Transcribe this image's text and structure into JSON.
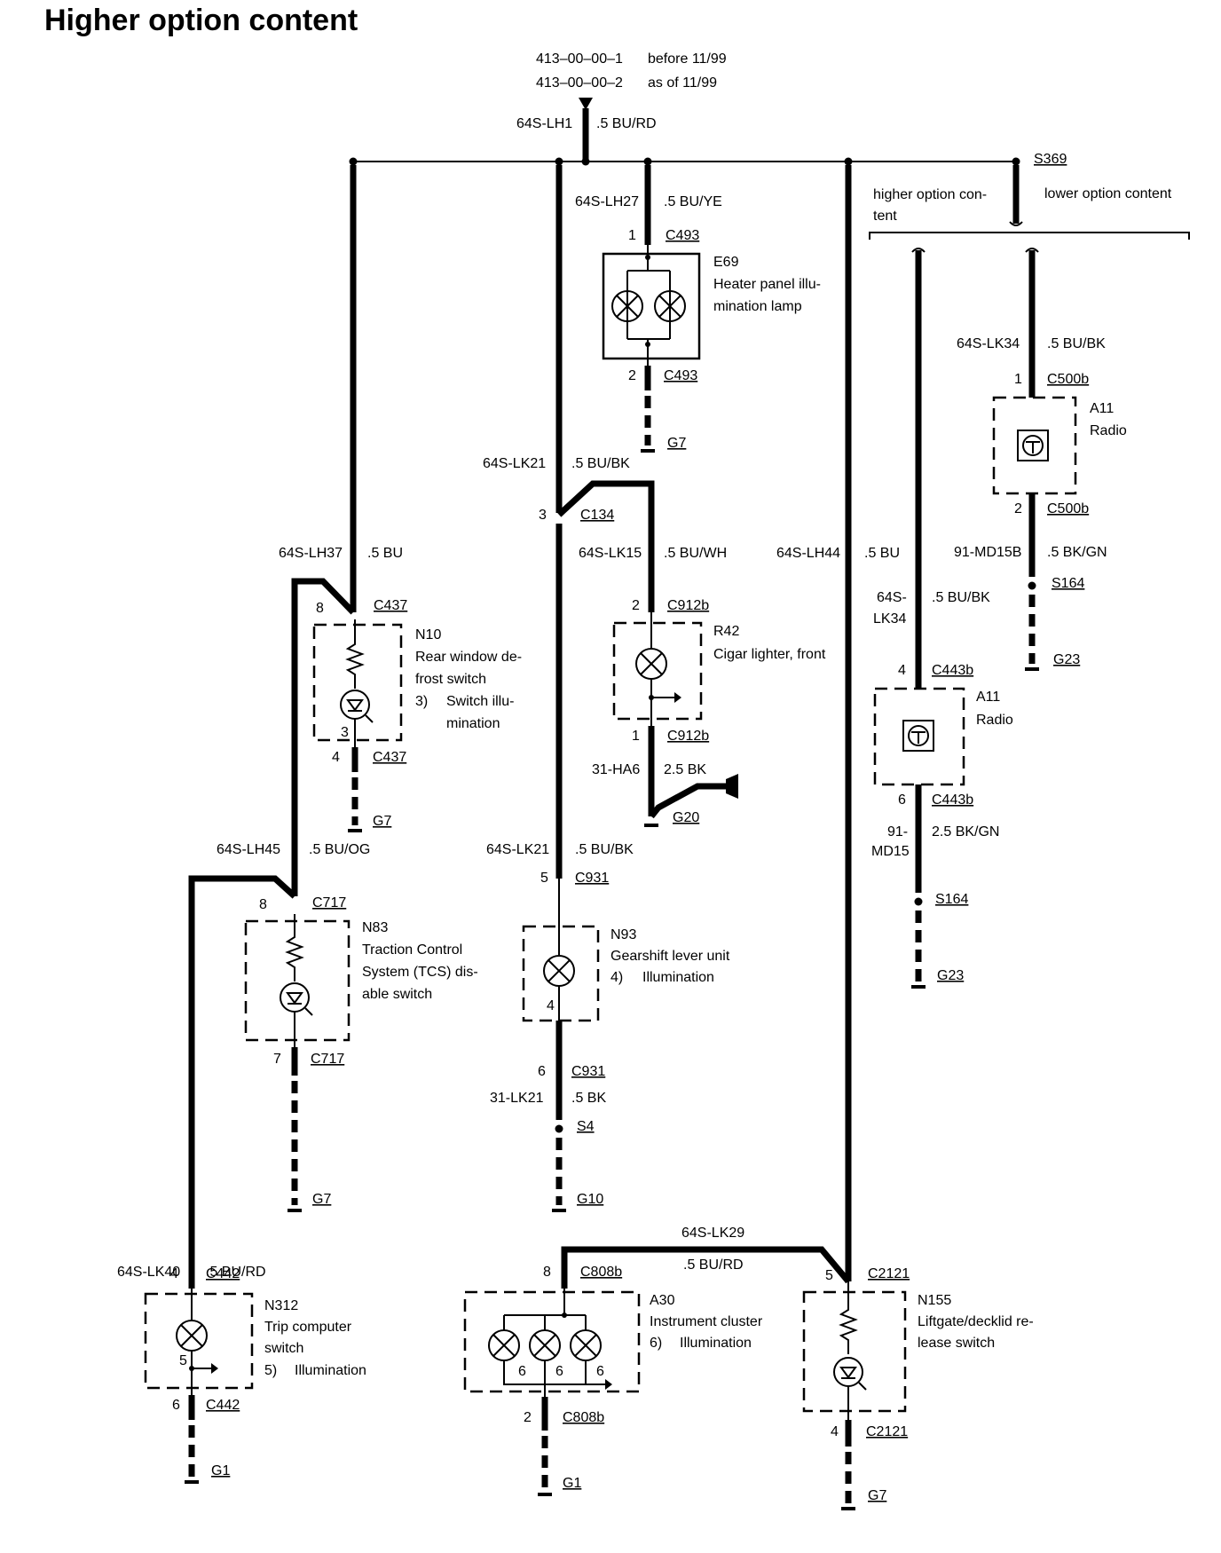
{
  "title": "Higher option content",
  "feed": {
    "ref1_code": "413–00–00–1",
    "ref1_note": "before 11/99",
    "ref2_code": "413–00–00–2",
    "ref2_note": "as of 11/99",
    "wire": "64S-LH1",
    "spec": ".5 BU/RD"
  },
  "splice_s369": "S369",
  "option_higher": [
    "higher option con-",
    "tent"
  ],
  "option_lower": "lower option content",
  "e69": {
    "wire": "64S-LH27",
    "spec": ".5 BU/YE",
    "pin_in": "1",
    "conn_in": "C493",
    "code": "E69",
    "desc": [
      "Heater panel illu-",
      "mination lamp"
    ],
    "pin_out": "2",
    "conn_out": "C493",
    "ground": "G7"
  },
  "a11_low": {
    "wire": "64S-LK34",
    "spec": ".5 BU/BK",
    "pin_in": "1",
    "conn_in": "C500b",
    "code": "A11",
    "desc": "Radio",
    "pin_out": "2",
    "conn_out": "C500b",
    "wire_out": "91-MD15B",
    "spec_out": ".5 BK/GN",
    "splice": "S164",
    "ground": "G23"
  },
  "lk21_top": {
    "wire": "64S-LK21",
    "spec": ".5 BU/BK",
    "pin": "3",
    "conn": "C134"
  },
  "n10": {
    "wire": "64S-LH37",
    "spec": ".5 BU",
    "pin_in": "8",
    "conn_in": "C437",
    "code": "N10",
    "desc": [
      "Rear window de-",
      "frost switch"
    ],
    "note_num": "3)",
    "note": [
      "Switch illu-",
      "mination"
    ],
    "inner_pin": "3",
    "pin_out": "4",
    "conn_out": "C437",
    "ground": "G7"
  },
  "r42": {
    "wire": "64S-LK15",
    "spec": ".5 BU/WH",
    "pin_in": "2",
    "conn_in": "C912b",
    "code": "R42",
    "desc": "Cigar lighter, front",
    "pin_out": "1",
    "conn_out": "C912b",
    "wire_out": "31-HA6",
    "spec_out": "2.5 BK",
    "ground": "G20"
  },
  "lh44": {
    "wire": "64S-LH44",
    "spec": ".5 BU"
  },
  "a11_high": {
    "wire": [
      "64S-",
      "LK34"
    ],
    "spec": ".5 BU/BK",
    "pin_in": "4",
    "conn_in": "C443b",
    "code": "A11",
    "desc": "Radio",
    "pin_out": "6",
    "conn_out": "C443b",
    "wire_out": [
      "91-",
      "MD15"
    ],
    "spec_out": "2.5 BK/GN",
    "splice": "S164",
    "ground": "G23"
  },
  "n83": {
    "wire": "64S-LH45",
    "spec": ".5 BU/OG",
    "pin_in": "8",
    "conn_in": "C717",
    "code": "N83",
    "desc": [
      "Traction Control",
      "System (TCS) dis-",
      "able switch"
    ],
    "pin_out": "7",
    "conn_out": "C717",
    "ground": "G7"
  },
  "n93": {
    "wire": "64S-LK21",
    "spec": ".5 BU/BK",
    "pin_in": "5",
    "conn_in": "C931",
    "code": "N93",
    "desc": "Gearshift lever unit",
    "note_num": "4)",
    "note": "Illumination",
    "inner_pin": "4",
    "pin_out": "6",
    "conn_out": "C931",
    "wire_out": "31-LK21",
    "spec_out": ".5 BK",
    "splice": "S4",
    "ground": "G10"
  },
  "n312": {
    "wire": "64S-LK40",
    "spec": ".5 BU/RD",
    "pin_in": "4",
    "conn_in": "C442",
    "code": "N312",
    "desc": [
      "Trip computer",
      "switch"
    ],
    "note_num": "5)",
    "note": "Illumination",
    "inner_pin": "5",
    "pin_out": "6",
    "conn_out": "C442",
    "ground": "G1"
  },
  "a30": {
    "wire": "64S-LK29",
    "spec": ".5 BU/RD",
    "pin_in": "8",
    "conn_in": "C808b",
    "code": "A30",
    "desc": "Instrument cluster",
    "note_num": "6)",
    "note": "Illumination",
    "inner_pins": [
      "6",
      "6",
      "6"
    ],
    "pin_out": "2",
    "conn_out": "C808b",
    "ground": "G1"
  },
  "n155": {
    "pin_in": "5",
    "conn_in": "C2121",
    "code": "N155",
    "desc": [
      "Liftgate/decklid re-",
      "lease switch"
    ],
    "pin_out": "4",
    "conn_out": "C2121",
    "ground": "G7"
  }
}
